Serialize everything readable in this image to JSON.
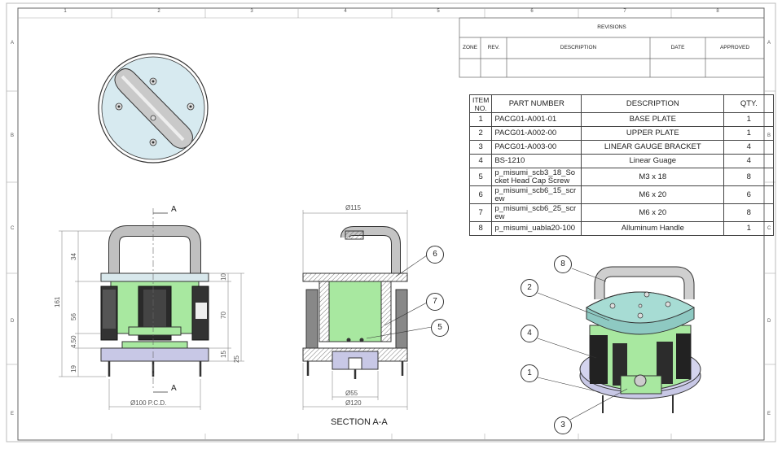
{
  "zones_top": [
    "1",
    "2",
    "3",
    "4",
    "5",
    "6",
    "7",
    "8"
  ],
  "zones_side": [
    "A",
    "B",
    "C",
    "D",
    "E"
  ],
  "revisions": {
    "title": "REVISIONS",
    "headers": [
      "ZONE",
      "REV.",
      "DESCRIPTION",
      "DATE",
      "APPROVED"
    ]
  },
  "bom": {
    "headers": [
      "ITEM NO.",
      "PART NUMBER",
      "DESCRIPTION",
      "QTY."
    ],
    "rows": [
      {
        "item": "1",
        "part": "PACG01-A001-01",
        "desc": "BASE PLATE",
        "qty": "1"
      },
      {
        "item": "2",
        "part": "PACG01-A002-00",
        "desc": "UPPER PLATE",
        "qty": "1"
      },
      {
        "item": "3",
        "part": "PACG01-A003-00",
        "desc": "LINEAR GAUGE BRACKET",
        "qty": "4"
      },
      {
        "item": "4",
        "part": "BS-1210",
        "desc": "Linear Guage",
        "qty": "4"
      },
      {
        "item": "5",
        "part": "p_misumi_scb3_18_Socket Head Cap Screw",
        "desc": "M3 x 18",
        "qty": "8"
      },
      {
        "item": "6",
        "part": "p_misumi_scb6_15_screw",
        "desc": "M6 x 20",
        "qty": "6"
      },
      {
        "item": "7",
        "part": "p_misumi_scb6_25_screw",
        "desc": "M6 x 20",
        "qty": "8"
      },
      {
        "item": "8",
        "part": "p_misumi_uabla20-100",
        "desc": "Alluminum Handle",
        "qty": "1"
      }
    ]
  },
  "front_view": {
    "section_mark": "A",
    "dims": {
      "overall": "161",
      "d34": "34",
      "d56": "56",
      "d4_50": "4.50",
      "d19": "19",
      "d10": "10",
      "d70": "70",
      "d15": "15",
      "d25": "25",
      "pcd": "Ø100 P.C.D."
    }
  },
  "section_view": {
    "label": "SECTION A-A",
    "dims": {
      "top": "Ø115",
      "d55": "Ø55",
      "d120": "Ø120"
    }
  },
  "balloons": {
    "section": [
      "6",
      "7",
      "5"
    ],
    "iso": [
      "8",
      "2",
      "4",
      "1",
      "3"
    ]
  },
  "colors": {
    "green": "#a8e8a0",
    "plate": "#dde8ee",
    "base": "#c8c8e6",
    "handle": "#b9b9b9",
    "line": "#333333"
  }
}
